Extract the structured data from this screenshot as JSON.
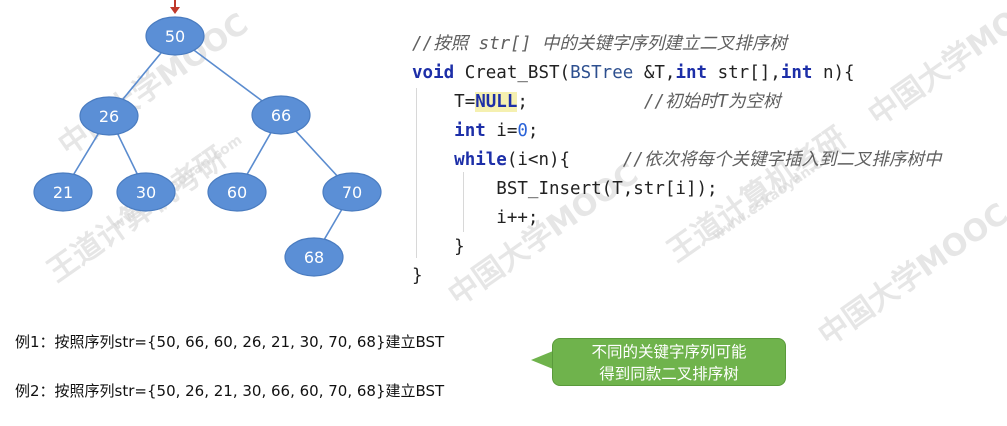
{
  "tree": {
    "nodes": [
      {
        "id": "n50",
        "label": "50"
      },
      {
        "id": "n26",
        "label": "26"
      },
      {
        "id": "n66",
        "label": "66"
      },
      {
        "id": "n21",
        "label": "21"
      },
      {
        "id": "n30",
        "label": "30"
      },
      {
        "id": "n60",
        "label": "60"
      },
      {
        "id": "n70",
        "label": "70"
      },
      {
        "id": "n68",
        "label": "68"
      }
    ],
    "edges": [
      [
        "n50",
        "n26"
      ],
      [
        "n50",
        "n66"
      ],
      [
        "n26",
        "n21"
      ],
      [
        "n26",
        "n30"
      ],
      [
        "n66",
        "n60"
      ],
      [
        "n66",
        "n70"
      ],
      [
        "n70",
        "n68"
      ]
    ]
  },
  "code": {
    "comment1": "//按照 str[] 中的关键字序列建立二叉排序树",
    "line2_kw": "void",
    "line2_name": " Creat_BST(",
    "line2_type": "BSTree",
    "line2_a": " &T,",
    "line2_int1": "int",
    "line2_b": " str[],",
    "line2_int2": "int",
    "line2_c": " n){",
    "line3_a": "T=",
    "line3_null": "NULL",
    "line3_b": ";",
    "line3_comment": "//初始时T为空树",
    "line4_kw": "int",
    "line4_a": " i=",
    "line4_num": "0",
    "line4_b": ";",
    "line5_kw": "while",
    "line5_a": "(i<n){",
    "line5_comment": "//依次将每个关键字插入到二叉排序树中",
    "line6": "BST_Insert(T,str[i]);",
    "line7": "i++;",
    "line8": "}",
    "line9": "}"
  },
  "examples": {
    "ex1": "例1：按照序列str={50, 66, 60, 26, 21, 30, 70, 68}建立BST",
    "ex2": "例2：按照序列str={50, 26, 21, 30, 66, 60, 70, 68}建立BST"
  },
  "callout": {
    "line1": "不同的关键字序列可能",
    "line2": "得到同款二叉排序树"
  },
  "watermark": {
    "brand": "王道计算机考研",
    "school": "中国大学MOOC",
    "site": "www.cskaoyan.com"
  },
  "colors": {
    "node_fill": "#5b8fd6",
    "edge": "#5b8ccf",
    "callout": "#6fb34c",
    "keyword": "#1d2fa8",
    "null_highlight": "#f5f0b0",
    "pointer_arrow": "#c0392b"
  }
}
